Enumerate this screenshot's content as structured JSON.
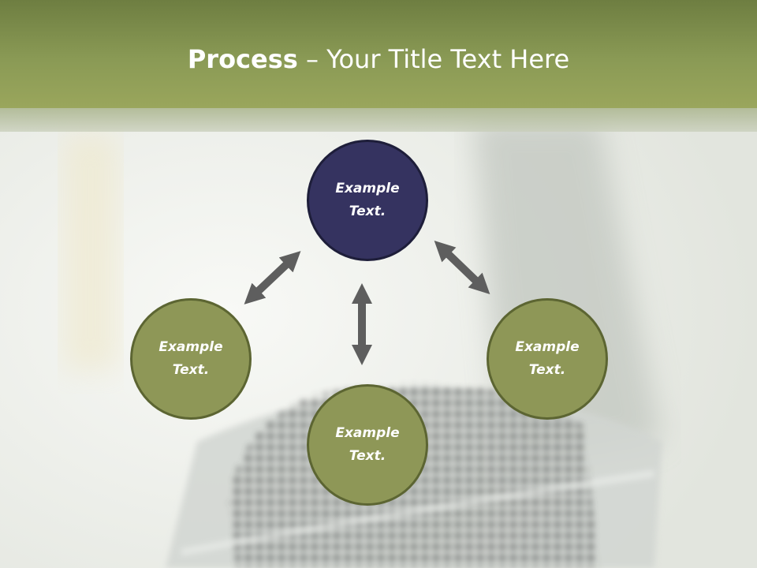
{
  "title": {
    "bold": "Process",
    "rest": " – Your Title Text Here"
  },
  "nodes": [
    {
      "label": "Example\nText."
    },
    {
      "label": "Example\nText."
    },
    {
      "label": "Example\nText."
    },
    {
      "label": "Example\nText."
    }
  ],
  "colors": {
    "header": "#8a9a55",
    "center_node": "#353360",
    "outer_node": "#8e9757",
    "arrow": "#5e5e5e"
  }
}
